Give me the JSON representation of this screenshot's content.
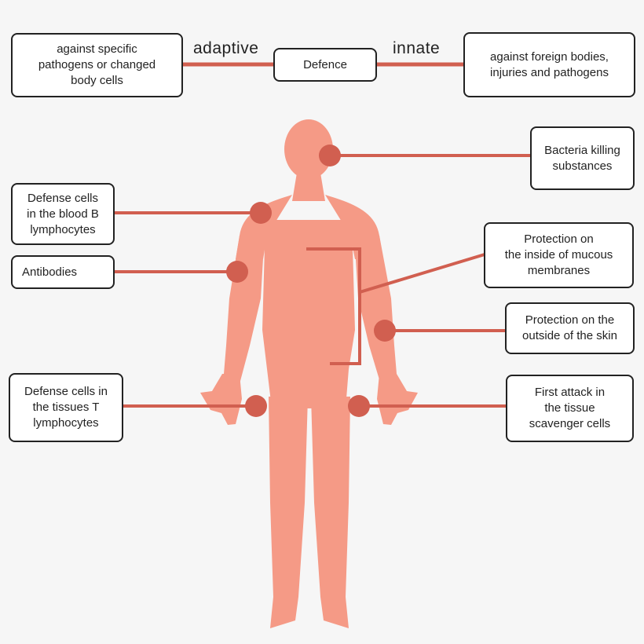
{
  "colors": {
    "body": "#f59a86",
    "line": "#d15f50",
    "dot": "#d15f50",
    "background": "#f6f6f6"
  },
  "header": {
    "center": "Defence",
    "left_label": "adaptive",
    "right_label": "innate",
    "left_desc": "against specific\npathogens or changed\nbody cells",
    "right_desc": "against foreign bodies,\ninjuries and pathogens"
  },
  "left_labels": [
    "Defense cells\nin the blood B\nlymphocytes",
    "Antibodies",
    "Defense cells in\nthe tissues T\nlymphocytes"
  ],
  "right_labels": [
    "Bacteria killing\nsubstances",
    "Protection on\nthe inside of mucous\nmembranes",
    "Protection on the\noutside of the skin",
    "First attack in\nthe tissue\nscavenger cells"
  ]
}
